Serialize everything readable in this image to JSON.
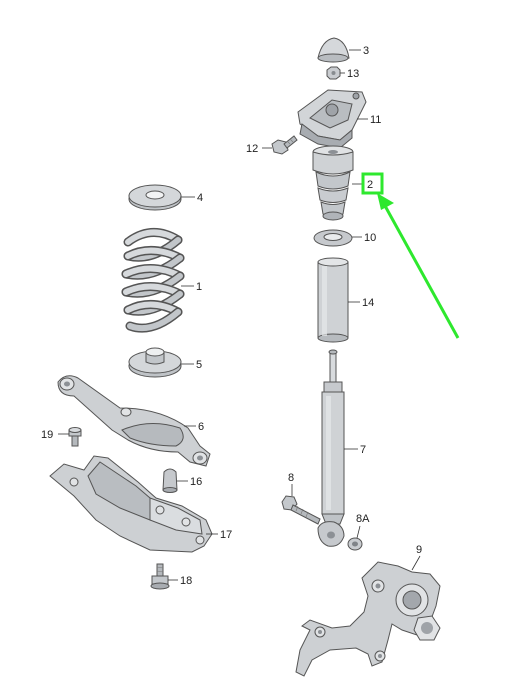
{
  "colors": {
    "part_fill": "#cdd0d3",
    "part_light": "#e6e8ea",
    "part_dark": "#9a9ea3",
    "outline": "#555555",
    "label": "#222222",
    "highlight": "#2ee82e"
  },
  "highlighted_part": "2",
  "labels": {
    "p1": "1",
    "p2": "2",
    "p3": "3",
    "p4": "4",
    "p5": "5",
    "p6": "6",
    "p7": "7",
    "p8": "8",
    "p8a": "8A",
    "p9": "9",
    "p10": "10",
    "p11": "11",
    "p12": "12",
    "p13": "13",
    "p14": "14",
    "p16": "16",
    "p17": "17",
    "p18": "18",
    "p19": "19"
  }
}
